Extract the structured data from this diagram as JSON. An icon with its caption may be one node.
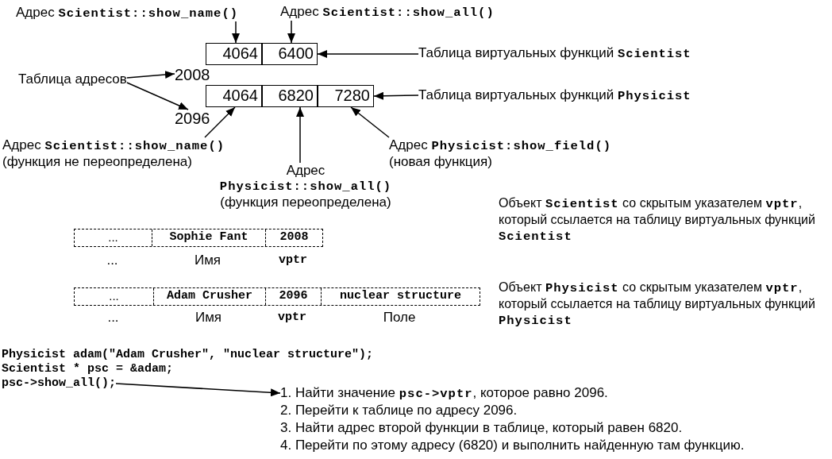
{
  "diagram": {
    "nodes": [
      {
        "text": [
          "Адрес **Scientist::show_name()**"
        ]
      },
      {
        "text": [
          "Адрес **Scientist::show_all()**"
        ]
      },
      {
        "text": [
          "4064"
        ]
      },
      {
        "text": [
          "6400"
        ]
      },
      {
        "text": [
          "Таблица виртуальных функций **Scientist**"
        ]
      },
      {
        "text": [
          "Таблица адресов"
        ]
      },
      {
        "text": [
          "2008"
        ]
      },
      {
        "text": [
          "2096"
        ]
      },
      {
        "text": [
          "4064"
        ]
      },
      {
        "text": [
          "6820"
        ]
      },
      {
        "text": [
          "7280"
        ]
      },
      {
        "text": [
          "Таблица виртуальных функций **Physicist**"
        ]
      },
      {
        "text": [
          "Адрес **Scientist::show_name()** (функция не переопределена)"
        ]
      },
      {
        "text": [
          "Адрес **Physicist::show_all()** (функция переопределена)"
        ]
      },
      {
        "text": [
          "Адрес **Physicist:show_field()** (новая функция)"
        ]
      },
      {
        "text": [
          "...",
          "Sophie Fant",
          "2008"
        ]
      },
      {
        "text": [
          "...",
          "Adam Crusher",
          "2096",
          "nuclear structure"
        ]
      },
      {
        "text": [
          "psc->show_all();"
        ]
      },
      {
        "text": [
          "1. Найти значение **psc->vptr**, которое равно 2096."
        ]
      }
    ],
    "edges": [
      {
        "from": 0,
        "to": 2,
        "arrow": "to"
      },
      {
        "from": 1,
        "to": 3,
        "arrow": "to"
      },
      {
        "from": 4,
        "to": 3,
        "arrow": "to"
      },
      {
        "from": 5,
        "to": 6,
        "arrow": "to"
      },
      {
        "from": 5,
        "to": 7,
        "arrow": "to"
      },
      {
        "from": 11,
        "to": 10,
        "arrow": "to"
      },
      {
        "from": 12,
        "to": 8,
        "arrow": "to"
      },
      {
        "from": 13,
        "to": 9,
        "arrow": "to"
      },
      {
        "from": 14,
        "to": 10,
        "arrow": "to"
      },
      {
        "from": 17,
        "to": 18,
        "arrow": "to"
      }
    ],
    "labels": [
      "Объект **Scientist** со скрытым указателем **vptr**, который ссылается на таблицу виртуальных функций **Scientist**",
      "...",
      "Имя",
      "vptr",
      "...",
      "Имя",
      "vptr",
      "Поле",
      "Объект **Physicist** со скрытым указателем **vptr**, который ссылается на таблицу виртуальных функций **Physicist**",
      "Physicist adam(\"Adam Crusher\", \"nuclear structure\");",
      "Scientist * psc = &adam;",
      "2. Перейти к таблице по адресу 2096.",
      "3. Найти адрес второй функции в таблице, который равен 6820.",
      "4. Перейти по этому адресу (6820) и выполнить найденную там функцию."
    ]
  }
}
